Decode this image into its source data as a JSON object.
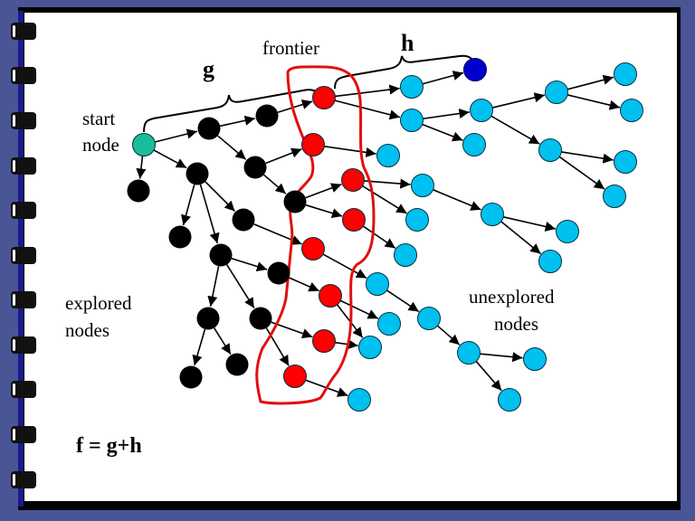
{
  "labels": {
    "frontier": "frontier",
    "g": "g",
    "h": "h",
    "start_line1": "start",
    "start_line2": "node",
    "explored_line1": "explored",
    "explored_line2": "nodes",
    "unexplored_line1": "unexplored",
    "unexplored_line2": "nodes",
    "formula": "f = g+h"
  },
  "colors": {
    "background": "#4a5596",
    "explored": "#000000",
    "start": "#1abc9c",
    "frontier": "#ff0000",
    "unexplored": "#00c0f0",
    "goal": "#0000cc",
    "frontier_outline": "#e01010"
  },
  "nodes": [
    {
      "id": "s",
      "type": "start"
    },
    {
      "id": "e1",
      "type": "explored"
    },
    {
      "id": "e2",
      "type": "explored"
    },
    {
      "id": "e3",
      "type": "explored"
    },
    {
      "id": "e4",
      "type": "explored"
    },
    {
      "id": "e5",
      "type": "explored"
    },
    {
      "id": "e6",
      "type": "explored"
    },
    {
      "id": "e7",
      "type": "explored"
    },
    {
      "id": "e8",
      "type": "explored"
    },
    {
      "id": "e9",
      "type": "explored"
    },
    {
      "id": "e10",
      "type": "explored"
    },
    {
      "id": "e11",
      "type": "explored"
    },
    {
      "id": "e12",
      "type": "explored"
    },
    {
      "id": "e13",
      "type": "explored"
    },
    {
      "id": "e14",
      "type": "explored"
    },
    {
      "id": "f1",
      "type": "frontier"
    },
    {
      "id": "f2",
      "type": "frontier"
    },
    {
      "id": "f3",
      "type": "frontier"
    },
    {
      "id": "f4",
      "type": "frontier"
    },
    {
      "id": "f5",
      "type": "frontier"
    },
    {
      "id": "f6",
      "type": "frontier"
    },
    {
      "id": "f7",
      "type": "frontier"
    },
    {
      "id": "f8",
      "type": "frontier"
    },
    {
      "id": "goal",
      "type": "goal"
    },
    {
      "id": "u1",
      "type": "unexplored"
    },
    {
      "id": "u2",
      "type": "unexplored"
    },
    {
      "id": "u3",
      "type": "unexplored"
    },
    {
      "id": "u4",
      "type": "unexplored"
    },
    {
      "id": "u5",
      "type": "unexplored"
    },
    {
      "id": "u6",
      "type": "unexplored"
    },
    {
      "id": "u7",
      "type": "unexplored"
    },
    {
      "id": "u8",
      "type": "unexplored"
    },
    {
      "id": "u9",
      "type": "unexplored"
    },
    {
      "id": "u10",
      "type": "unexplored"
    },
    {
      "id": "u11",
      "type": "unexplored"
    },
    {
      "id": "u12",
      "type": "unexplored"
    },
    {
      "id": "u13",
      "type": "unexplored"
    },
    {
      "id": "u14",
      "type": "unexplored"
    },
    {
      "id": "u15",
      "type": "unexplored"
    },
    {
      "id": "u16",
      "type": "unexplored"
    },
    {
      "id": "u17",
      "type": "unexplored"
    },
    {
      "id": "u18",
      "type": "unexplored"
    },
    {
      "id": "u19",
      "type": "unexplored"
    },
    {
      "id": "u20",
      "type": "unexplored"
    },
    {
      "id": "u21",
      "type": "unexplored"
    },
    {
      "id": "u22",
      "type": "unexplored"
    },
    {
      "id": "u23",
      "type": "unexplored"
    },
    {
      "id": "u24",
      "type": "unexplored"
    },
    {
      "id": "u25",
      "type": "unexplored"
    }
  ],
  "edges": [
    [
      "s",
      "e1"
    ],
    [
      "s",
      "e4"
    ],
    [
      "s",
      "e3"
    ],
    [
      "e1",
      "e2"
    ],
    [
      "e1",
      "e5"
    ],
    [
      "e2",
      "f1"
    ],
    [
      "e4",
      "e7"
    ],
    [
      "e4",
      "e8"
    ],
    [
      "e4",
      "e9"
    ],
    [
      "e5",
      "f2"
    ],
    [
      "e5",
      "e6"
    ],
    [
      "e6",
      "f3"
    ],
    [
      "e6",
      "f4"
    ],
    [
      "e8",
      "f5"
    ],
    [
      "e9",
      "e10"
    ],
    [
      "e9",
      "e11"
    ],
    [
      "e9",
      "e12"
    ],
    [
      "e10",
      "f6"
    ],
    [
      "e12",
      "f7"
    ],
    [
      "e12",
      "f8"
    ],
    [
      "e11",
      "e13"
    ],
    [
      "e11",
      "e14"
    ],
    [
      "f1",
      "u1"
    ],
    [
      "f1",
      "u2"
    ],
    [
      "u1",
      "goal"
    ],
    [
      "u2",
      "u3"
    ],
    [
      "u2",
      "u4"
    ],
    [
      "u3",
      "u5"
    ],
    [
      "u3",
      "u11"
    ],
    [
      "u5",
      "u6"
    ],
    [
      "u5",
      "u7"
    ],
    [
      "u11",
      "u12"
    ],
    [
      "u11",
      "u13"
    ],
    [
      "f2",
      "u8"
    ],
    [
      "f3",
      "u9"
    ],
    [
      "u9",
      "u14"
    ],
    [
      "u14",
      "u15"
    ],
    [
      "u14",
      "u16"
    ],
    [
      "f3",
      "u10"
    ],
    [
      "f4",
      "u17"
    ],
    [
      "f5",
      "u18"
    ],
    [
      "u18",
      "u19"
    ],
    [
      "u19",
      "u22"
    ],
    [
      "u22",
      "u23"
    ],
    [
      "u22",
      "u24"
    ],
    [
      "f6",
      "u20"
    ],
    [
      "f6",
      "u21"
    ],
    [
      "f7",
      "u21"
    ],
    [
      "f8",
      "u25"
    ]
  ]
}
